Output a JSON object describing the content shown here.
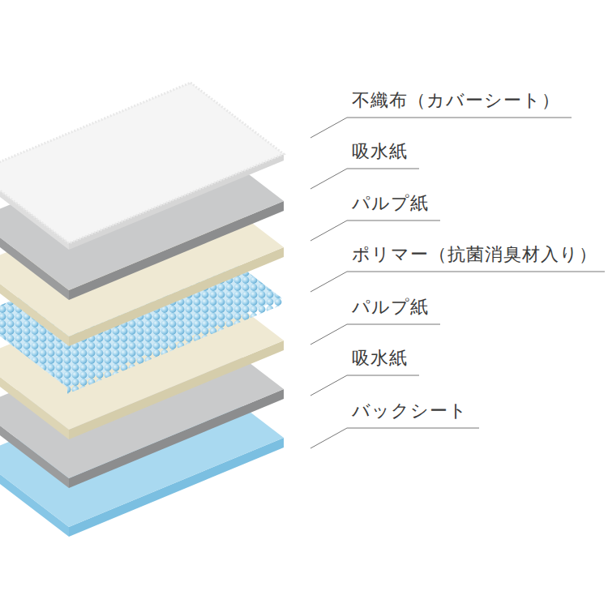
{
  "diagram": {
    "labels": [
      "不織布（カバーシート）",
      "吸水紙",
      "パルプ紙",
      "ポリマー（抗菌消臭材入り）",
      "パルプ紙",
      "吸水紙",
      "バックシート"
    ]
  }
}
